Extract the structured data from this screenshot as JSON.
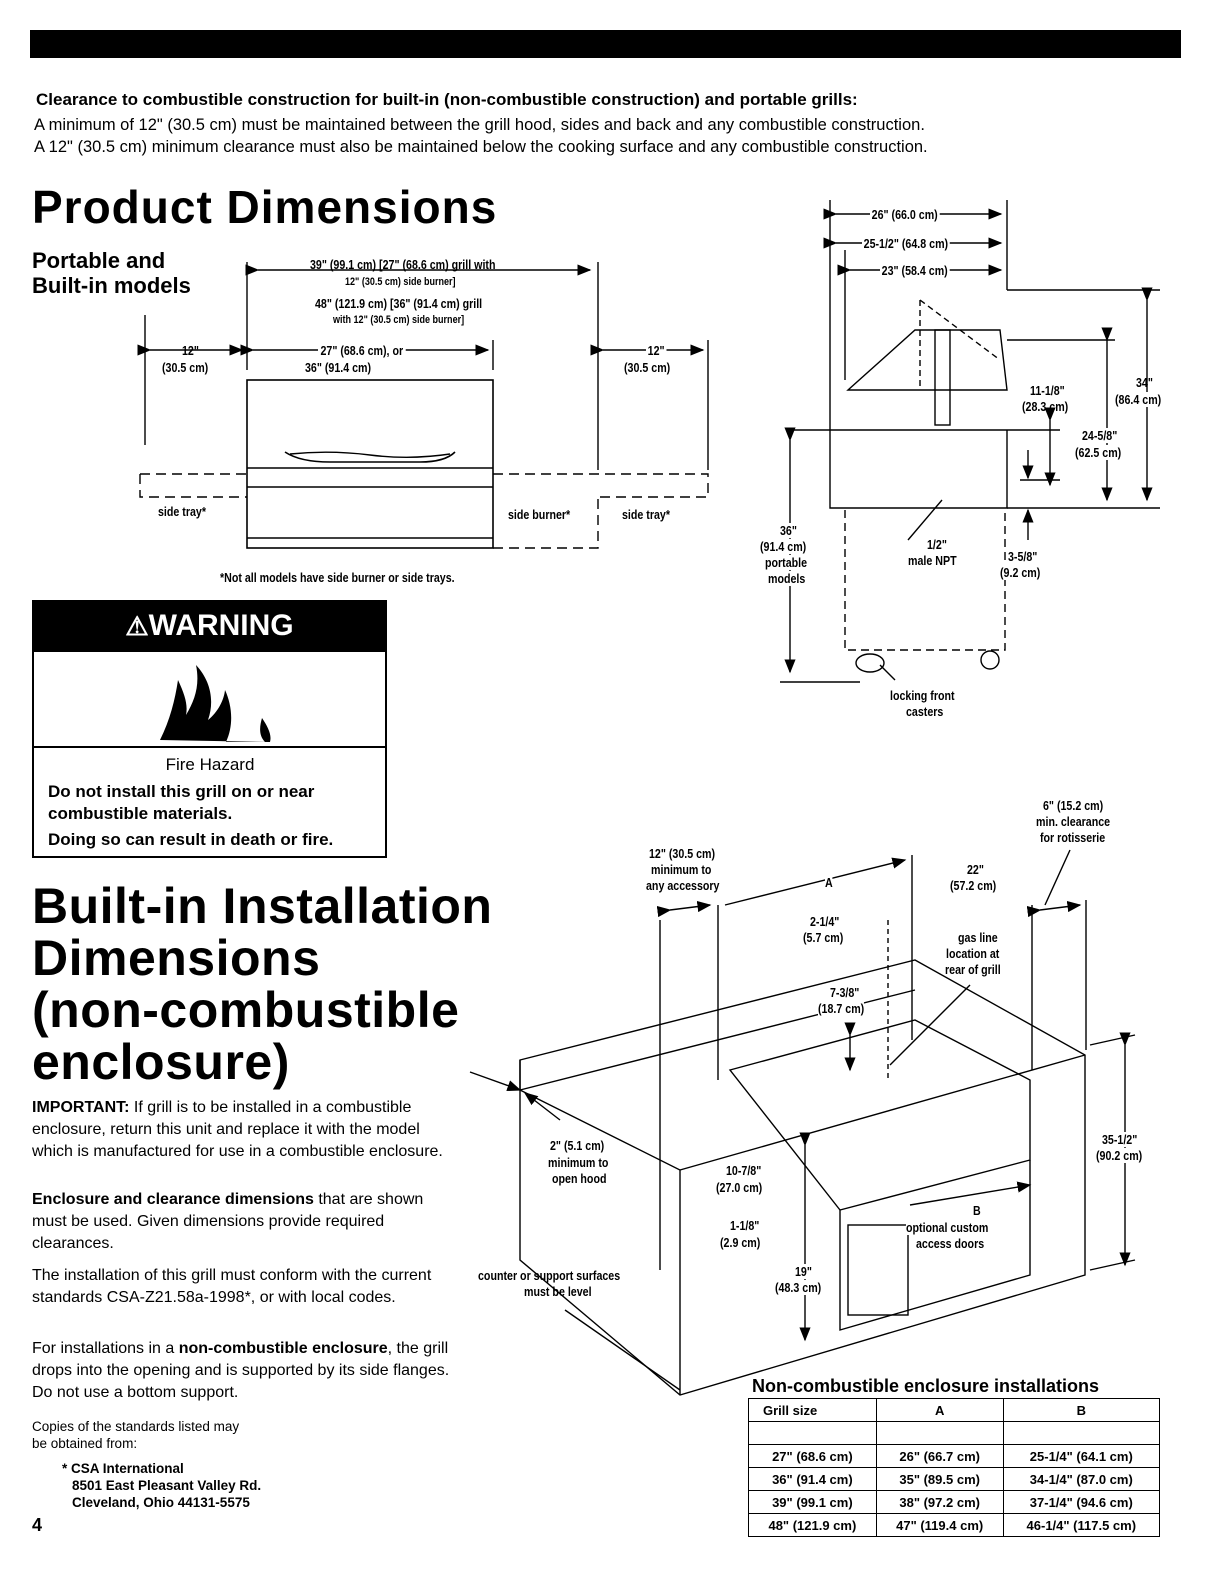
{
  "header": {
    "clearance_title": "Clearance to combustible construction for built-in (non-combustible construction) and portable grills:",
    "clearance_line1": "A minimum of 12\" (30.5 cm) must be maintained between the grill hood, sides and back and any combustible construction.",
    "clearance_line2": "A 12\" (30.5 cm) minimum clearance must also be maintained below the cooking surface and any combustible construction."
  },
  "product": {
    "title": "Product Dimensions",
    "subtitle1": "Portable and",
    "subtitle2": "Built-in models",
    "d_39_a": "39\" (99.1 cm) [27\" (68.6 cm) grill with",
    "d_39_b": "12\" (30.5 cm) side burner]",
    "d_48_a": "48\" (121.9 cm) [36\" (91.4 cm) grill",
    "d_48_b": "with 12\" (30.5 cm) side burner]",
    "d_12_left_a": "12\"",
    "d_12_left_b": "(30.5 cm)",
    "d_27_a": "27\" (68.6 cm), or",
    "d_27_b": "36\" (91.4 cm)",
    "d_12_right_a": "12\"",
    "d_12_right_b": "(30.5 cm)",
    "side_tray_left": "side tray*",
    "side_burner": "side burner*",
    "side_tray_right": "side tray*",
    "footnote": "*Not all models have side burner or side trays.",
    "side_26": "26\" (66.0 cm)",
    "side_25": "25-1/2\" (64.8 cm)",
    "side_23": "23\" (58.4 cm)",
    "side_11_a": "11-1/8\"",
    "side_11_b": "(28.3 cm)",
    "side_34_a": "34\"",
    "side_34_b": "(86.4 cm)",
    "side_24_a": "24-5/8\"",
    "side_24_b": "(62.5 cm)",
    "side_36_a": "36\"",
    "side_36_b": "(91.4 cm)",
    "side_36_c": "portable",
    "side_36_d": "models",
    "npt_a": "1/2\"",
    "npt_b": "male NPT",
    "side_3_a": "3-5/8\"",
    "side_3_b": "(9.2 cm)",
    "casters_a": "locking front",
    "casters_b": "casters"
  },
  "warning": {
    "label": "WARNING",
    "hazard": "Fire Hazard",
    "line1": "Do not install this grill on or near",
    "line2": "combustible materials.",
    "line3": "Doing so can result in death or fire."
  },
  "builtin": {
    "title1": "Built-in Installation",
    "title2": "Dimensions",
    "title3": "(non-combustible",
    "title4": "enclosure)",
    "important_label": "IMPORTANT:",
    "important_text": " If grill is to be installed in a combustible enclosure, return this unit and replace it with the model which is manufactured for use in a combustible enclosure.",
    "enclosure_label": "Enclosure and clearance dimensions",
    "enclosure_text": " that are shown must be used. Given dimensions provide required clearances.",
    "install_text": "The installation of this grill must conform with the current standards CSA-Z21.58a-1998*, or with local codes.",
    "noncomb_pre": "For installations in a ",
    "noncomb_label": "non-combustible enclosure",
    "noncomb_text": ", the grill drops into the opening and is supported by its side flanges. Do not use a bottom support.",
    "copies_a": "Copies of the standards listed may",
    "copies_b": "be obtained from:",
    "csa_a": "* CSA International",
    "csa_b": "8501 East Pleasant Valley Rd.",
    "csa_c": "Cleveland, Ohio 44131-5575"
  },
  "enclosure_diagram": {
    "acc_a": "12\" (30.5 cm)",
    "acc_b": "minimum to",
    "acc_c": "any accessory",
    "label_a": "A",
    "d22_a": "22\"",
    "d22_b": "(57.2 cm)",
    "rot_a": "6\" (15.2 cm)",
    "rot_b": "min. clearance",
    "rot_c": "for rotisserie",
    "d2_a": "2-1/4\"",
    "d2_b": "(5.7 cm)",
    "gas_a": "gas line",
    "gas_b": "location at",
    "gas_c": "rear of grill",
    "d7_a": "7-3/8\"",
    "d7_b": "(18.7 cm)",
    "hood_a": "2\" (5.1 cm)",
    "hood_b": "minimum to",
    "hood_c": "open hood",
    "d10_a": "10-7/8\"",
    "d10_b": "(27.0 cm)",
    "d1_a": "1-1/8\"",
    "d1_b": "(2.9 cm)",
    "label_b": "B",
    "doors_a": "optional custom",
    "doors_b": "access doors",
    "d19_a": "19\"",
    "d19_b": "(48.3 cm)",
    "d35_a": "35-1/2\"",
    "d35_b": "(90.2 cm)",
    "level_a": "counter or support surfaces",
    "level_b": "must be level"
  },
  "table": {
    "title": "Non-combustible enclosure installations",
    "headers": [
      "Grill size",
      "A",
      "B"
    ],
    "rows": [
      [
        "27\" (68.6 cm)",
        "26\" (66.7 cm)",
        "25-1/4\" (64.1 cm)"
      ],
      [
        "36\" (91.4 cm)",
        "35\" (89.5 cm)",
        "34-1/4\" (87.0 cm)"
      ],
      [
        "39\" (99.1 cm)",
        "38\" (97.2 cm)",
        "37-1/4\" (94.6 cm)"
      ],
      [
        "48\" (121.9 cm)",
        "47\" (119.4 cm)",
        "46-1/4\" (117.5 cm)"
      ]
    ]
  },
  "page_number": "4"
}
